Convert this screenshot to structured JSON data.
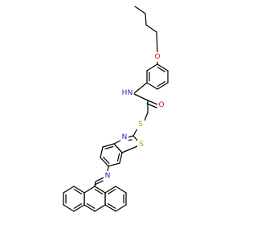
{
  "structure": {
    "atoms": {
      "O_ether": {
        "symbol": "O",
        "color": "#e01010"
      },
      "NH_amide": {
        "symbol": "N",
        "h": "H",
        "color": "#1c1cd0"
      },
      "O_carbonyl": {
        "symbol": "O",
        "color": "#e01010"
      },
      "S_thioether": {
        "symbol": "S",
        "color": "#b59a00"
      },
      "N_thiazole": {
        "symbol": "N",
        "color": "#1c1cd0"
      },
      "S_thiazole": {
        "symbol": "S",
        "color": "#b59a00"
      },
      "N_imine": {
        "symbol": "N",
        "color": "#1c1cd0"
      }
    },
    "bond_color": "#000000"
  }
}
